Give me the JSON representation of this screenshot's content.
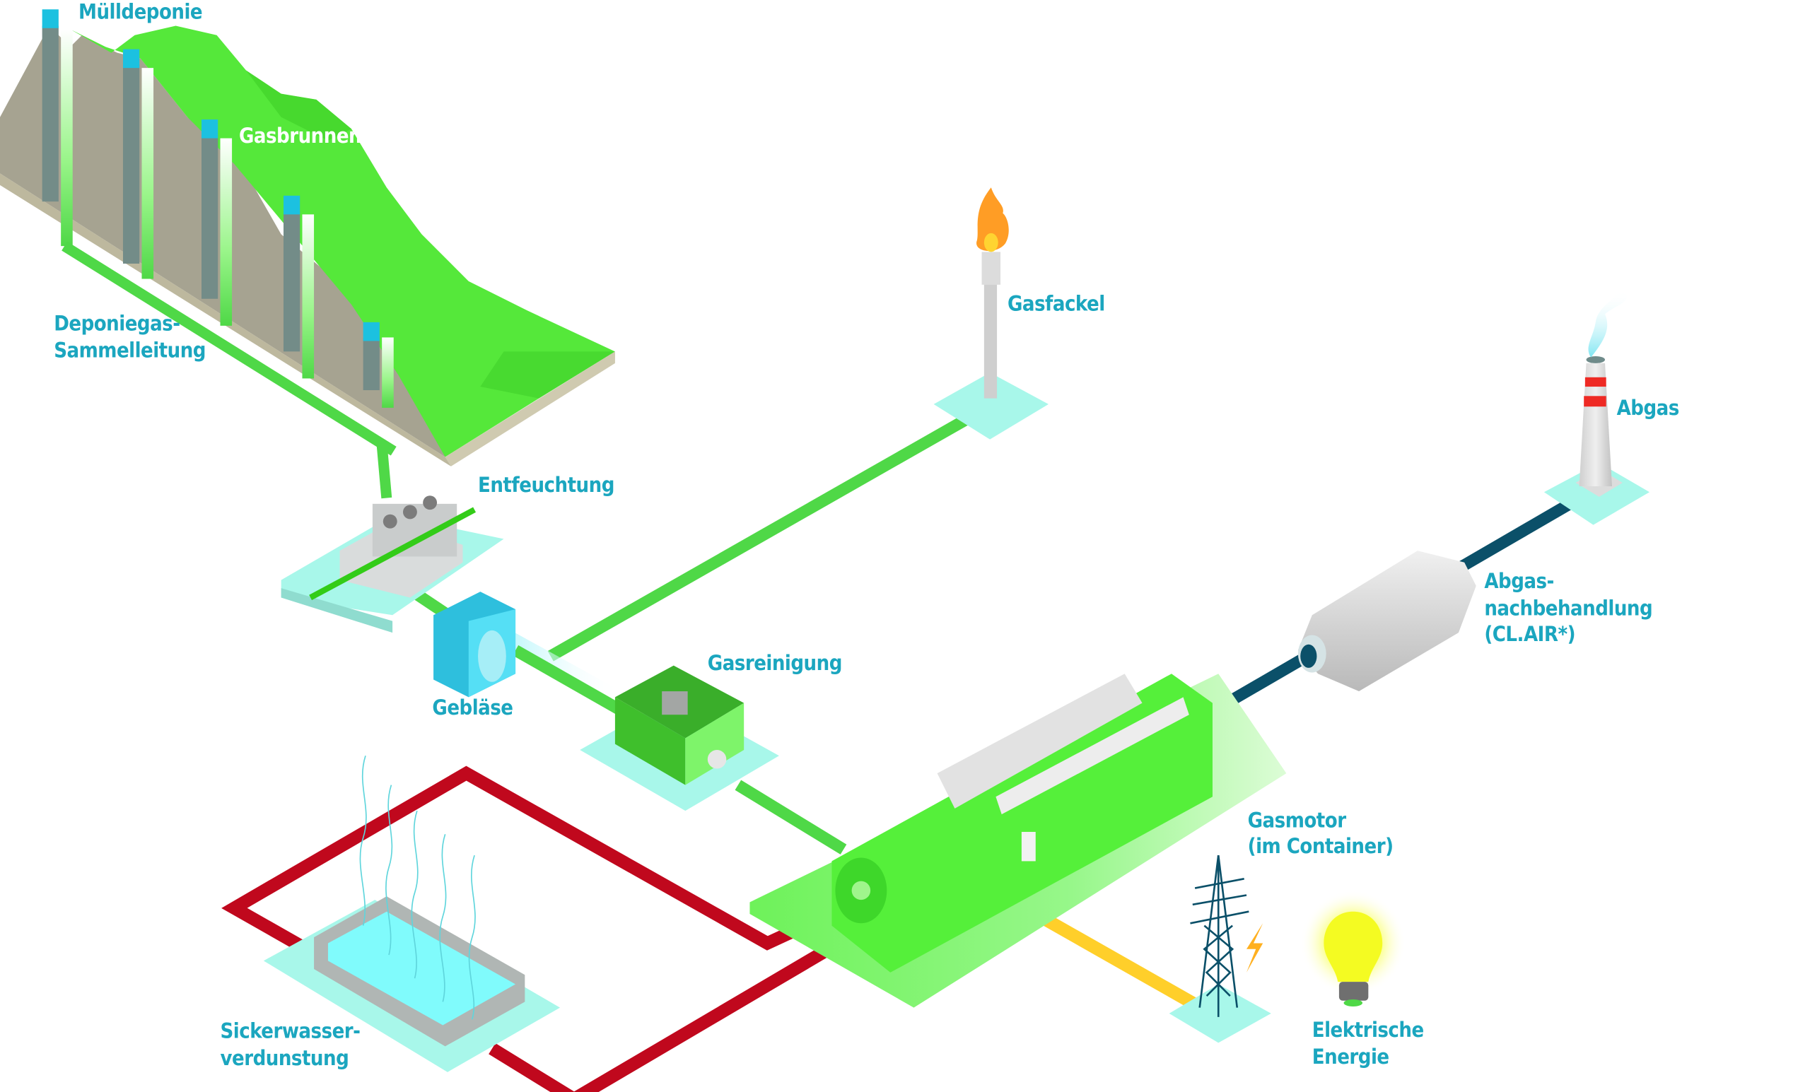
{
  "title": "Deponiegas-Verwertung mit Gasmotor",
  "colors": {
    "label": "#1ba6bf",
    "gas_pipe": "#4fd847",
    "heat_loop": "#c0081d",
    "exhaust_pipe": "#0b5069",
    "power_line": "#ffcf2a",
    "base_plate": "#a8f7ea",
    "landfill_green": "#55e83a",
    "landfill_earth": "#a6a391",
    "engine_green": "#55f03a",
    "well_blue": "#1cc1e0",
    "flame_orange": "#ff9d25",
    "bulb_yellow": "#f4fb22"
  },
  "labels": {
    "landfill": "Mülldeponie",
    "gas_wells": "Gasbrunnen",
    "collection_line_1": "Deponiegas-",
    "collection_line_2": "Sammelleitung",
    "dehumidification": "Entfeuchtung",
    "gas_flare": "Gasfackel",
    "blower": "Gebläse",
    "gas_cleaning": "Gasreinigung",
    "exhaust": "Abgas",
    "aftertreatment_1": "Abgas-",
    "aftertreatment_2": "nachbehandlung",
    "aftertreatment_3": "(CL.AIR*)",
    "gas_engine_1": "Gasmotor",
    "gas_engine_2": "(im Container)",
    "leachate_1": "Sickerwasser-",
    "leachate_2": "verdunstung",
    "electric_1": "Elektrische",
    "electric_2": "Energie"
  },
  "components": [
    {
      "id": "landfill",
      "icon": "landfill-hill"
    },
    {
      "id": "gas_wells",
      "icon": "gas-well",
      "count": 5
    },
    {
      "id": "dehumidification",
      "icon": "dehumidifier-unit"
    },
    {
      "id": "blower",
      "icon": "blower-fan"
    },
    {
      "id": "gas_flare",
      "icon": "flare-torch"
    },
    {
      "id": "gas_cleaning",
      "icon": "filter-container"
    },
    {
      "id": "gas_engine",
      "icon": "gas-engine"
    },
    {
      "id": "aftertreatment",
      "icon": "catalytic-converter"
    },
    {
      "id": "exhaust",
      "icon": "chimney"
    },
    {
      "id": "power_grid",
      "icon": "power-pylon"
    },
    {
      "id": "electric_energy",
      "icon": "light-bulb"
    },
    {
      "id": "leachate_evaporation",
      "icon": "evaporation-basin"
    }
  ],
  "flows": [
    {
      "from": "gas_wells",
      "to": "dehumidification",
      "medium": "landfill gas"
    },
    {
      "from": "dehumidification",
      "to": "blower",
      "medium": "landfill gas"
    },
    {
      "from": "blower",
      "to": "gas_flare",
      "medium": "landfill gas"
    },
    {
      "from": "blower",
      "to": "gas_cleaning",
      "medium": "landfill gas"
    },
    {
      "from": "gas_cleaning",
      "to": "gas_engine",
      "medium": "landfill gas"
    },
    {
      "from": "gas_engine",
      "to": "aftertreatment",
      "medium": "exhaust"
    },
    {
      "from": "aftertreatment",
      "to": "exhaust",
      "medium": "exhaust"
    },
    {
      "from": "gas_engine",
      "to": "power_grid",
      "medium": "electricity"
    },
    {
      "from": "gas_engine",
      "to": "leachate_evaporation",
      "medium": "heat loop"
    }
  ]
}
